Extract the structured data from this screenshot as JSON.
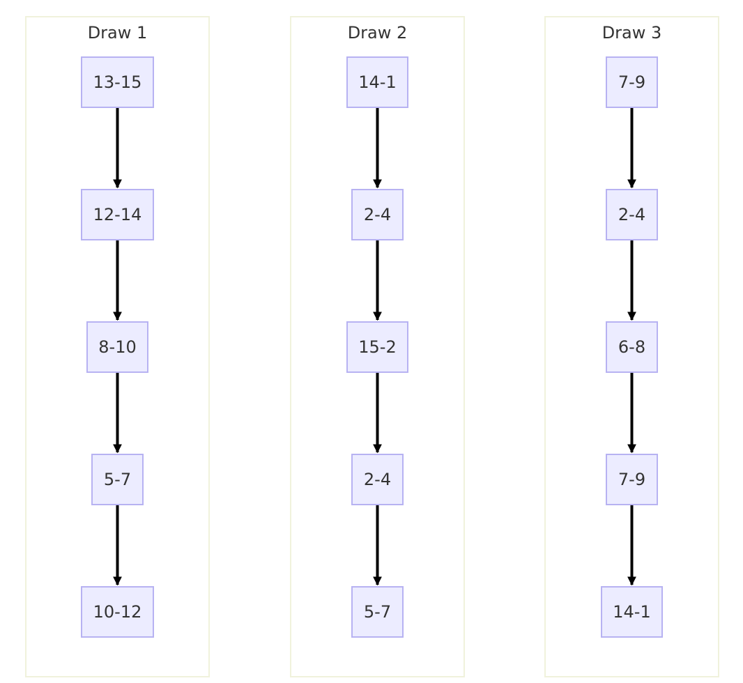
{
  "diagram": {
    "clusters": [
      {
        "title": "Draw 1",
        "nodes": [
          "13-15",
          "12-14",
          "8-10",
          "5-7",
          "10-12"
        ]
      },
      {
        "title": "Draw 2",
        "nodes": [
          "14-1",
          "2-4",
          "15-2",
          "2-4",
          "5-7"
        ]
      },
      {
        "title": "Draw 3",
        "nodes": [
          "7-9",
          "2-4",
          "6-8",
          "7-9",
          "14-1"
        ]
      }
    ],
    "colors": {
      "node_fill": "#ececff",
      "node_border": "#b7b2f2",
      "cluster_border": "#f0f2dc",
      "edge": "#000000",
      "text": "#333333"
    }
  }
}
